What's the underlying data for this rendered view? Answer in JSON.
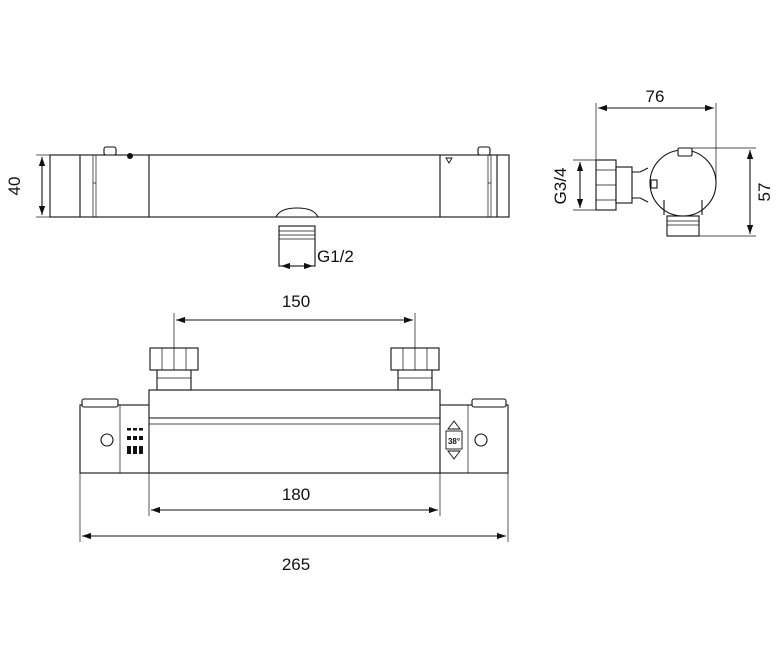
{
  "dimensions": {
    "height_top": "40",
    "side_width": "76",
    "side_height": "57",
    "inlet_thread": "G3/4",
    "outlet_thread": "G1/2",
    "inlet_spacing": "150",
    "body_length": "180",
    "overall_length": "265"
  },
  "markings": {
    "temperature": "38°"
  },
  "colors": {
    "line": "#111111",
    "background": "#ffffff"
  }
}
